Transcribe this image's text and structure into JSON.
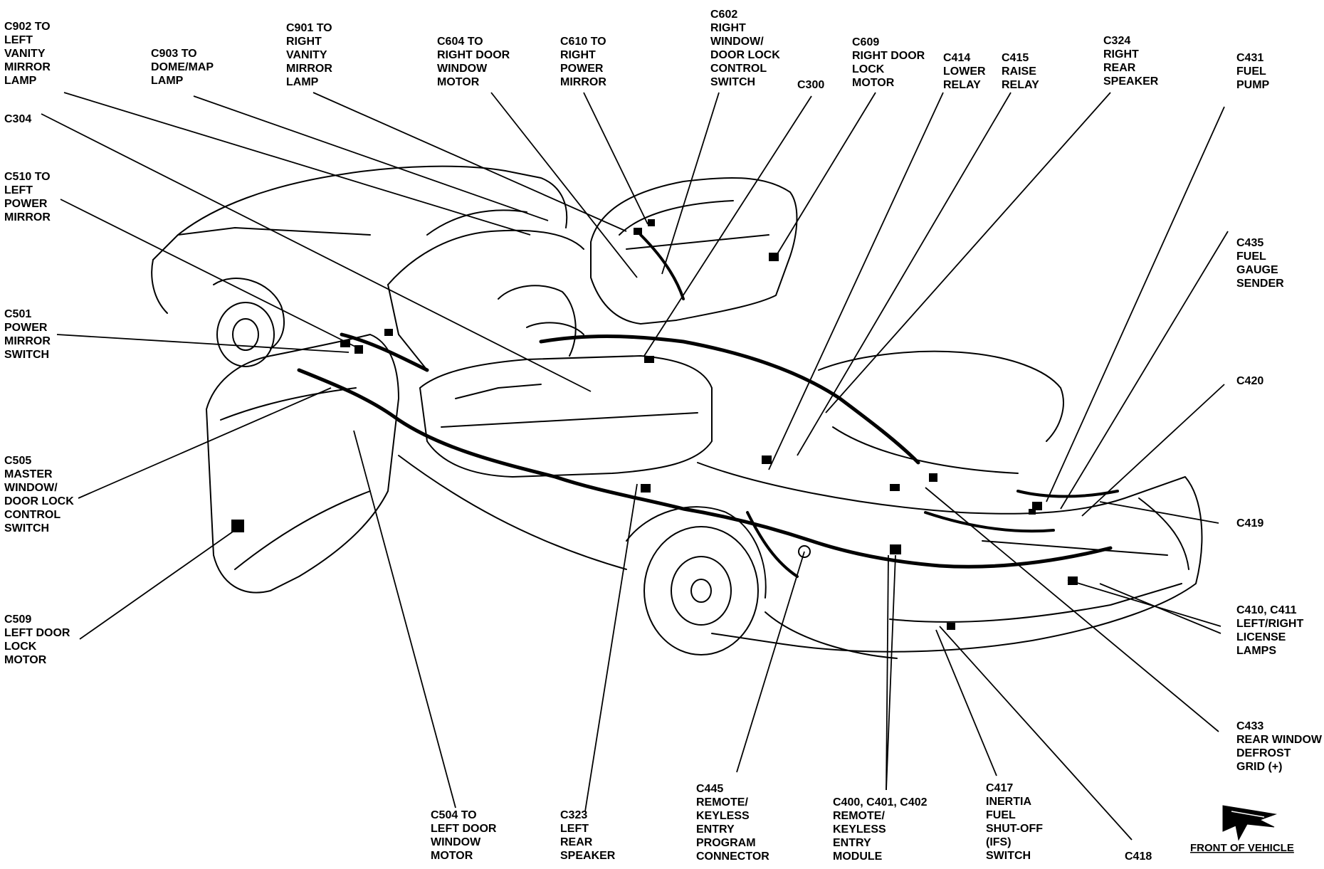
{
  "diagram": {
    "labels": [
      {
        "id": "c902",
        "lines": [
          "C902 TO",
          "LEFT",
          "VANITY",
          "MIRROR",
          "LAMP"
        ]
      },
      {
        "id": "c903",
        "lines": [
          "C903 TO",
          "DOME/MAP",
          "LAMP"
        ]
      },
      {
        "id": "c901",
        "lines": [
          "C901 TO",
          "RIGHT",
          "VANITY",
          "MIRROR",
          "LAMP"
        ]
      },
      {
        "id": "c604",
        "lines": [
          "C604 TO",
          "RIGHT DOOR",
          "WINDOW",
          "MOTOR"
        ]
      },
      {
        "id": "c610",
        "lines": [
          "C610 TO",
          "RIGHT",
          "POWER",
          "MIRROR"
        ]
      },
      {
        "id": "c602",
        "lines": [
          "C602",
          "RIGHT",
          "WINDOW/",
          "DOOR LOCK",
          "CONTROL",
          "SWITCH"
        ]
      },
      {
        "id": "c300",
        "lines": [
          "C300"
        ]
      },
      {
        "id": "c609",
        "lines": [
          "C609",
          "RIGHT DOOR",
          "LOCK",
          "MOTOR"
        ]
      },
      {
        "id": "c414",
        "lines": [
          "C414",
          "LOWER",
          "RELAY"
        ]
      },
      {
        "id": "c415",
        "lines": [
          "C415",
          "RAISE",
          "RELAY"
        ]
      },
      {
        "id": "c324",
        "lines": [
          "C324",
          "RIGHT",
          "REAR",
          "SPEAKER"
        ]
      },
      {
        "id": "c431",
        "lines": [
          "C431",
          "FUEL",
          "PUMP"
        ]
      },
      {
        "id": "c304",
        "lines": [
          "C304"
        ]
      },
      {
        "id": "c510",
        "lines": [
          "C510 TO",
          "LEFT",
          "POWER",
          "MIRROR"
        ]
      },
      {
        "id": "c435",
        "lines": [
          "C435",
          "FUEL",
          "GAUGE",
          "SENDER"
        ]
      },
      {
        "id": "c501",
        "lines": [
          "C501",
          "POWER",
          "MIRROR",
          "SWITCH"
        ]
      },
      {
        "id": "c420",
        "lines": [
          "C420"
        ]
      },
      {
        "id": "c505",
        "lines": [
          "C505",
          "MASTER",
          "WINDOW/",
          "DOOR LOCK",
          "CONTROL",
          "SWITCH"
        ]
      },
      {
        "id": "c419",
        "lines": [
          "C419"
        ]
      },
      {
        "id": "c509",
        "lines": [
          "C509",
          "LEFT DOOR",
          "LOCK",
          "MOTOR"
        ]
      },
      {
        "id": "c410",
        "lines": [
          "C410, C411",
          "LEFT/RIGHT",
          "LICENSE",
          "LAMPS"
        ]
      },
      {
        "id": "c433",
        "lines": [
          "C433",
          "REAR WINDOW",
          "DEFROST",
          "GRID (+)"
        ]
      },
      {
        "id": "c445",
        "lines": [
          "C445",
          "REMOTE/",
          "KEYLESS",
          "ENTRY",
          "PROGRAM",
          "CONNECTOR"
        ]
      },
      {
        "id": "c400",
        "lines": [
          "C400, C401, C402",
          "REMOTE/",
          "KEYLESS",
          "ENTRY",
          "MODULE"
        ]
      },
      {
        "id": "c417",
        "lines": [
          "C417",
          "INERTIA",
          "FUEL",
          "SHUT-OFF",
          "(IFS)",
          "SWITCH"
        ]
      },
      {
        "id": "c504",
        "lines": [
          "C504 TO",
          "LEFT DOOR",
          "WINDOW",
          "MOTOR"
        ]
      },
      {
        "id": "c323",
        "lines": [
          "C323",
          "LEFT",
          "REAR",
          "SPEAKER"
        ]
      },
      {
        "id": "c418",
        "lines": [
          "C418"
        ]
      }
    ],
    "footer": "FRONT OF VEHICLE"
  }
}
